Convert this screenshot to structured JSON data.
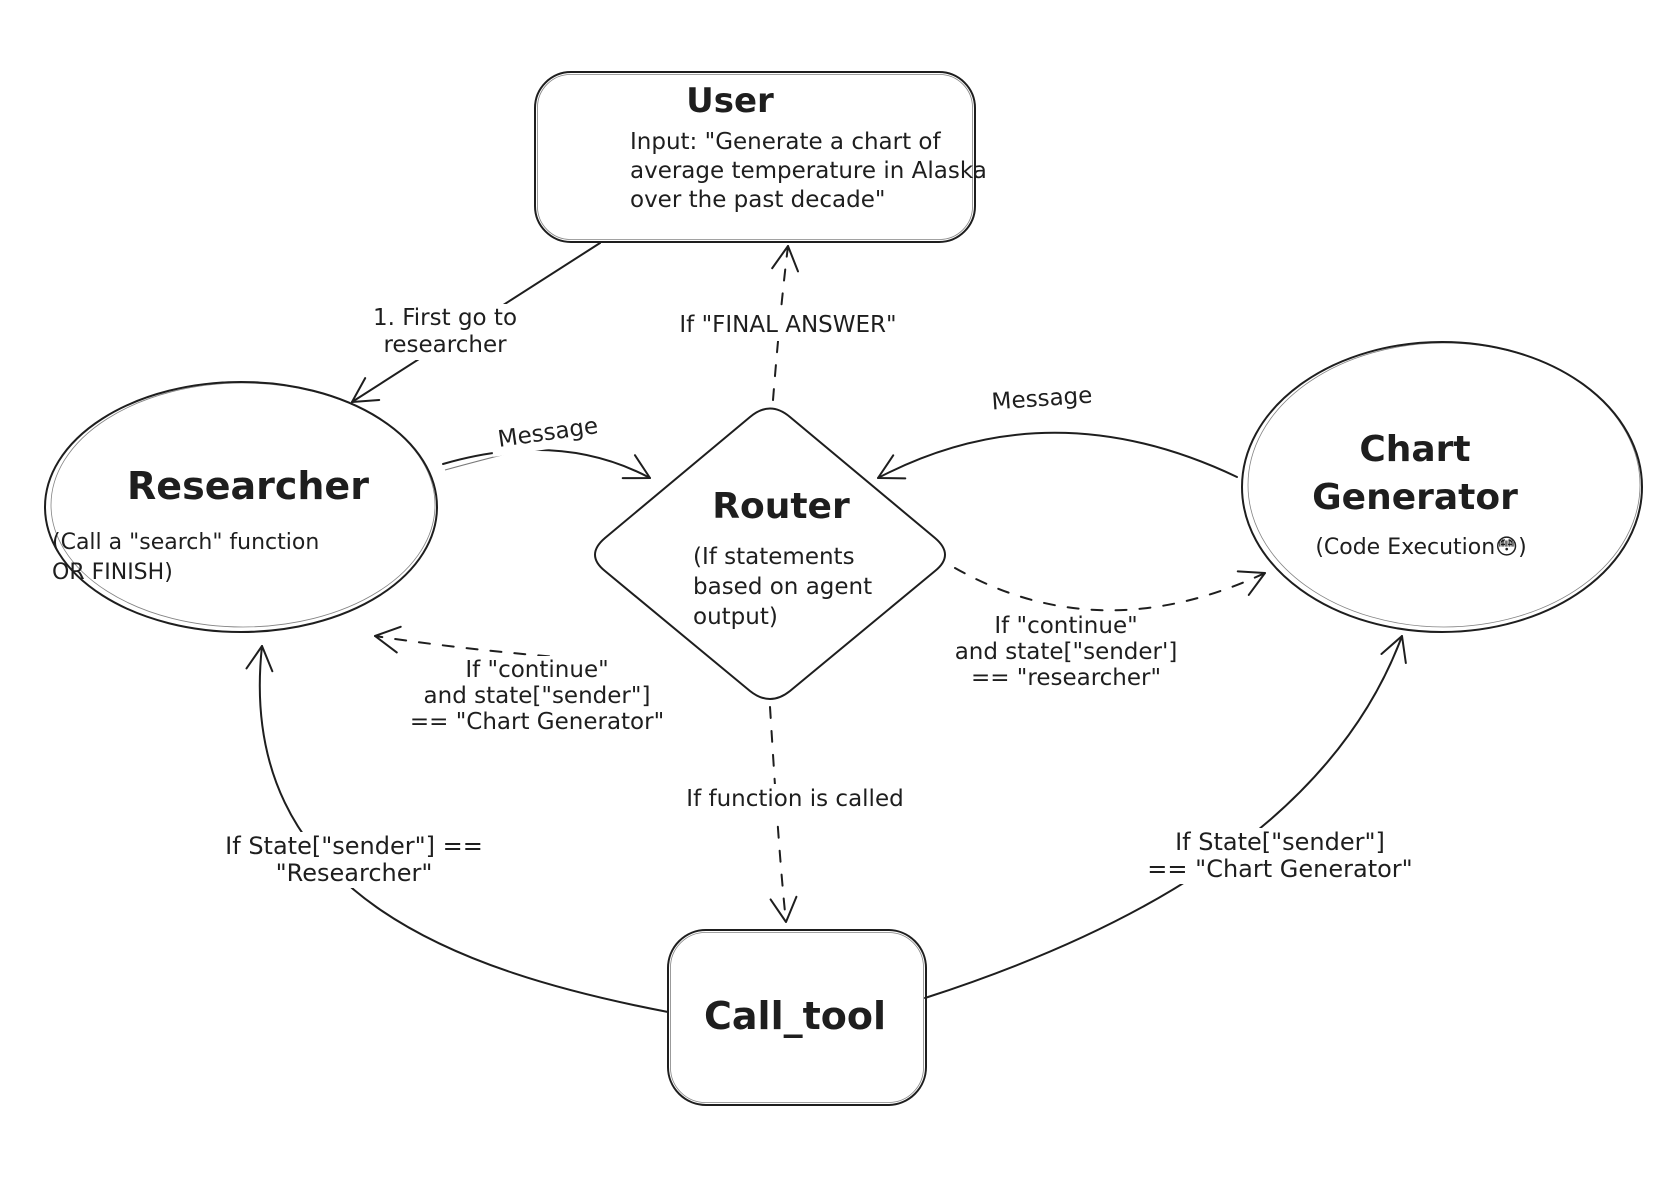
{
  "diagram": {
    "background": "#ffffff",
    "ink": "#1e1e1e",
    "nodes": {
      "user": {
        "title": "User",
        "body": "Input: \"Generate a chart of\naverage temperature in Alaska\nover the past decade\""
      },
      "researcher": {
        "title": "Researcher",
        "body": "(Call a \"search\" function\nOR FINISH)"
      },
      "router": {
        "title": "Router",
        "body": "(If statements\nbased on agent\noutput)"
      },
      "chart_generator": {
        "title": "Chart\nGenerator",
        "body": "(Code Execution😳)"
      },
      "call_tool": {
        "title": "Call_tool"
      }
    },
    "edge_labels": {
      "user_to_researcher": "1. First go to\nresearcher",
      "router_to_user": "If \"FINAL ANSWER\"",
      "researcher_to_router": "Message",
      "chart_generator_to_router": "Message",
      "router_to_researcher": "If \"continue\"\nand state[\"sender\"]\n== \"Chart Generator\"",
      "router_to_chart_generator": "If \"continue\"\nand state[\"sender']\n== \"researcher\"",
      "router_to_call_tool": "If function is called",
      "call_tool_to_researcher": "If State[\"sender\"] ==\n\"Researcher\"",
      "call_tool_to_chart_generator": "If State[\"sender\"]\n== \"Chart Generator\""
    }
  }
}
